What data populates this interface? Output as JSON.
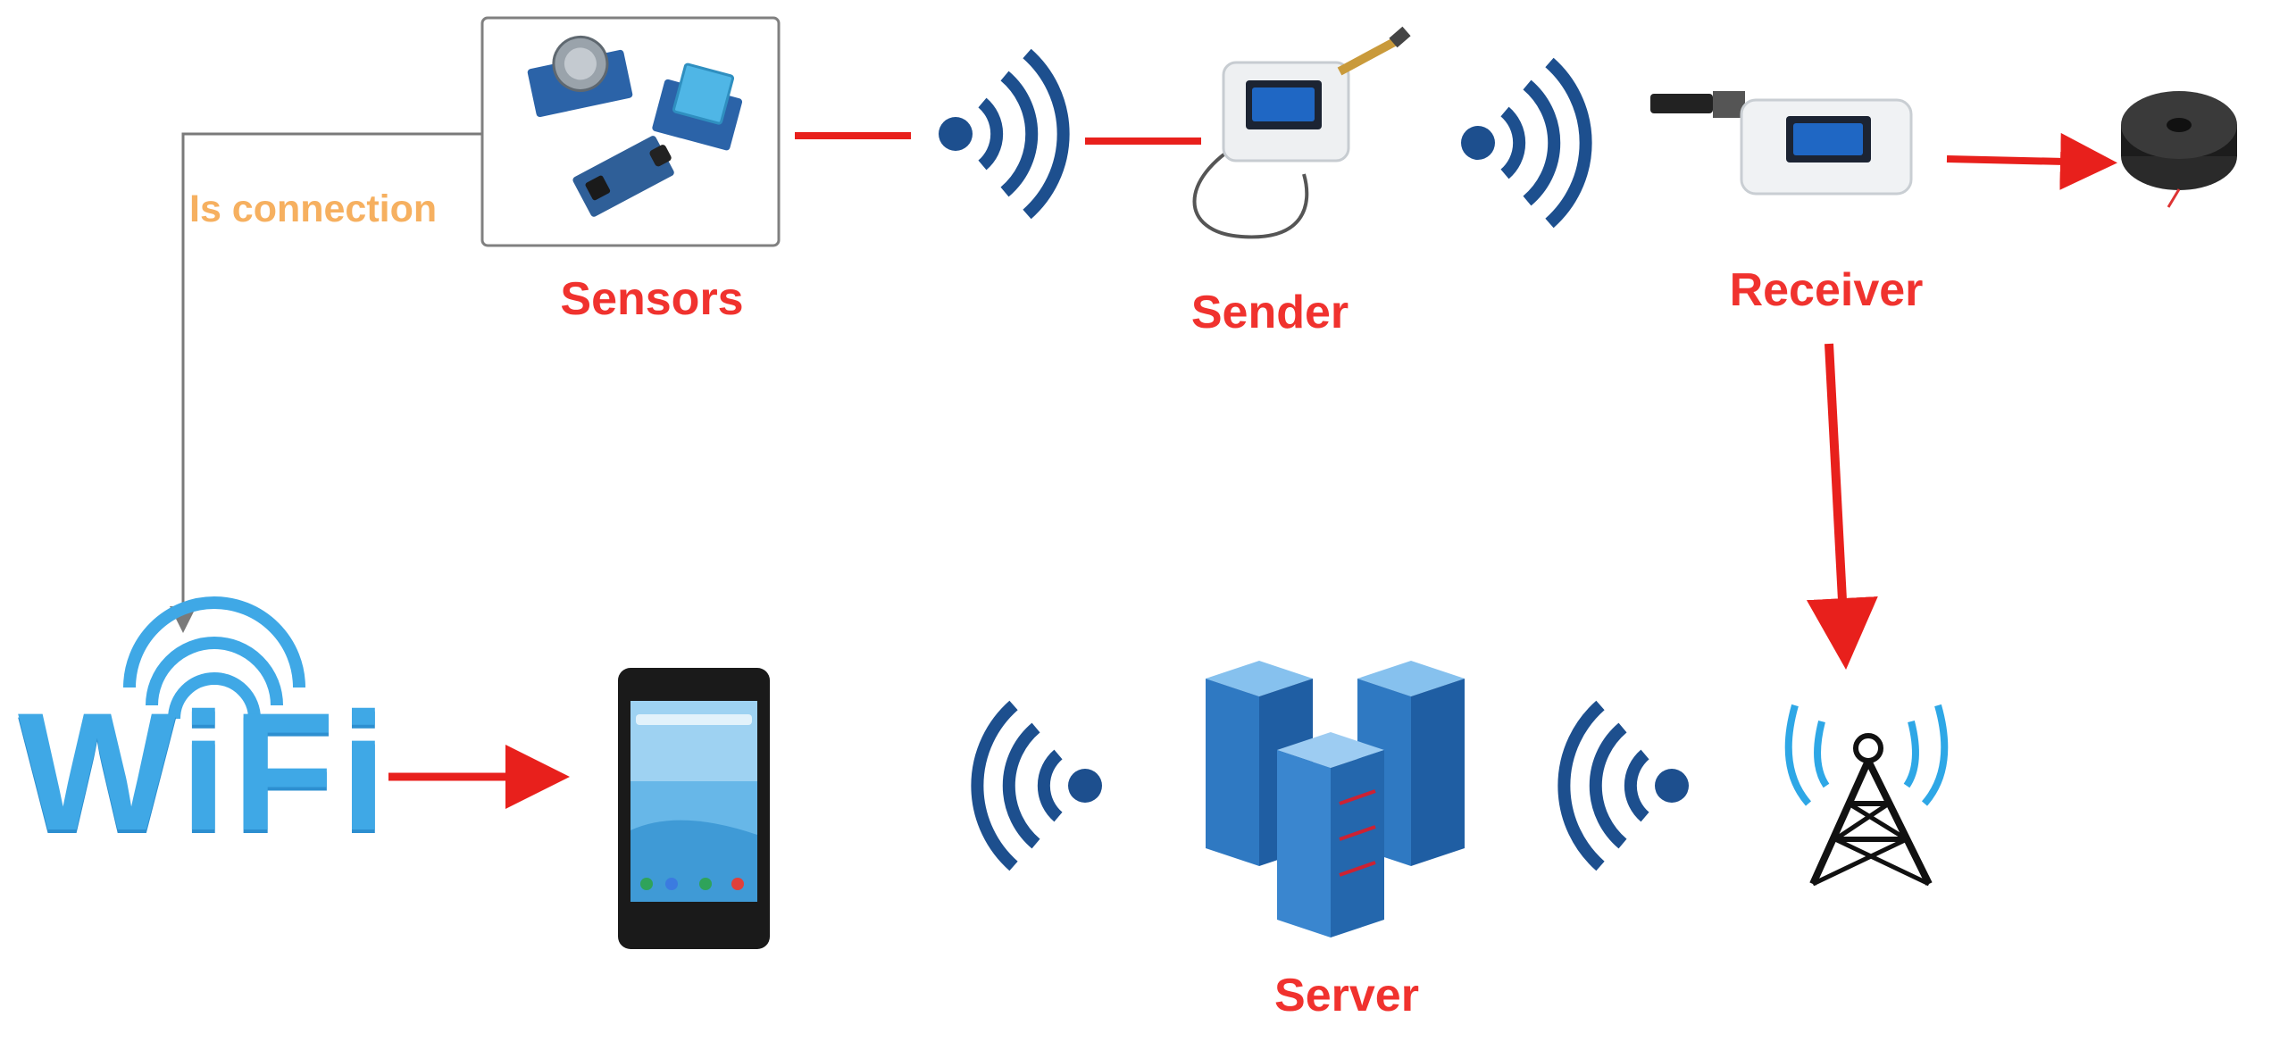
{
  "labels": {
    "sensors": "Sensors",
    "sender": "Sender",
    "receiver": "Receiver",
    "server": "Server",
    "connection": "Is connection",
    "wifi": "WiFi"
  },
  "colors": {
    "label_red": "#f0322e",
    "connection_orange": "#f6b060",
    "arrow_red": "#e8201c",
    "wire_gray": "#7a7a7a",
    "signal_blue": "#1d4f8e",
    "wifi_blue": "#3fa8e6",
    "server_blue": "#2f79c2"
  },
  "icons": {
    "sensors": "sensor-modules-icon",
    "sender": "lora-board-antenna-icon",
    "receiver": "lora-board-usb-icon",
    "buzzer": "buzzer-icon",
    "wifi": "wifi-icon",
    "phone": "smartphone-icon",
    "server": "server-rack-icon",
    "tower": "radio-tower-icon",
    "signal": "wireless-signal-icon"
  }
}
